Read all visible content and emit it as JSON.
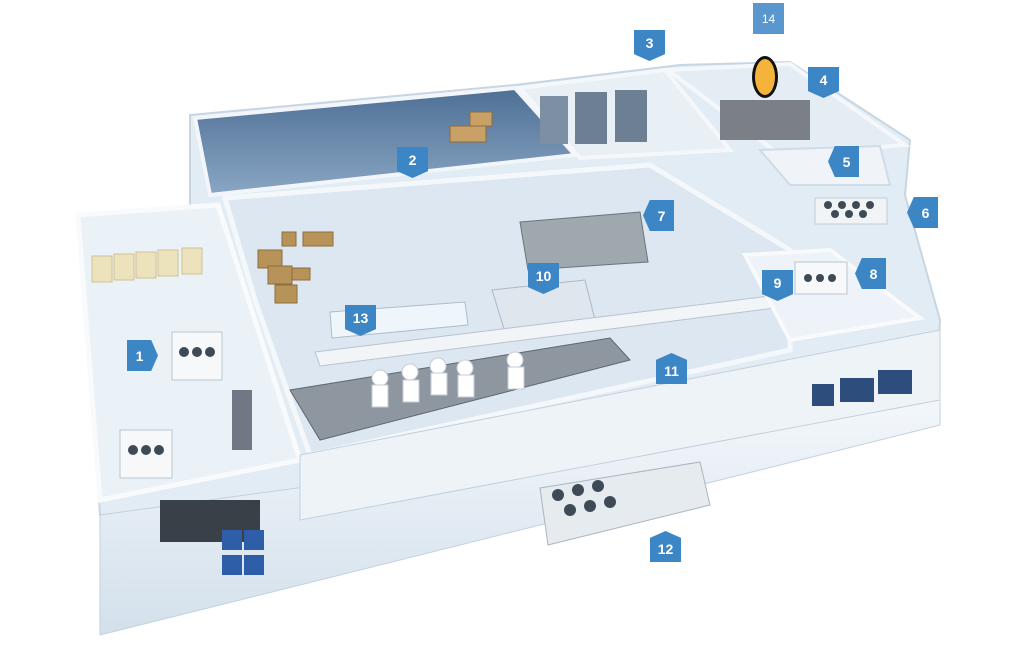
{
  "markers": [
    {
      "label": "1",
      "dir": "right"
    },
    {
      "label": "2",
      "dir": "down"
    },
    {
      "label": "3",
      "dir": "down"
    },
    {
      "label": "4",
      "dir": "down"
    },
    {
      "label": "5",
      "dir": "left"
    },
    {
      "label": "6",
      "dir": "left"
    },
    {
      "label": "7",
      "dir": "left"
    },
    {
      "label": "8",
      "dir": "left"
    },
    {
      "label": "9",
      "dir": "down"
    },
    {
      "label": "10",
      "dir": "down"
    },
    {
      "label": "11",
      "dir": "up"
    },
    {
      "label": "12",
      "dir": "up"
    },
    {
      "label": "13",
      "dir": "down"
    },
    {
      "label": "14",
      "dir": "plain"
    }
  ],
  "highlight": {
    "color": "#f4b43c",
    "outline": "#111111"
  },
  "colors": {
    "marker": "#3d86c6",
    "wall": "#e9f1f7",
    "floor": "#dde8f1",
    "dark_room": "#6f8fb1"
  }
}
